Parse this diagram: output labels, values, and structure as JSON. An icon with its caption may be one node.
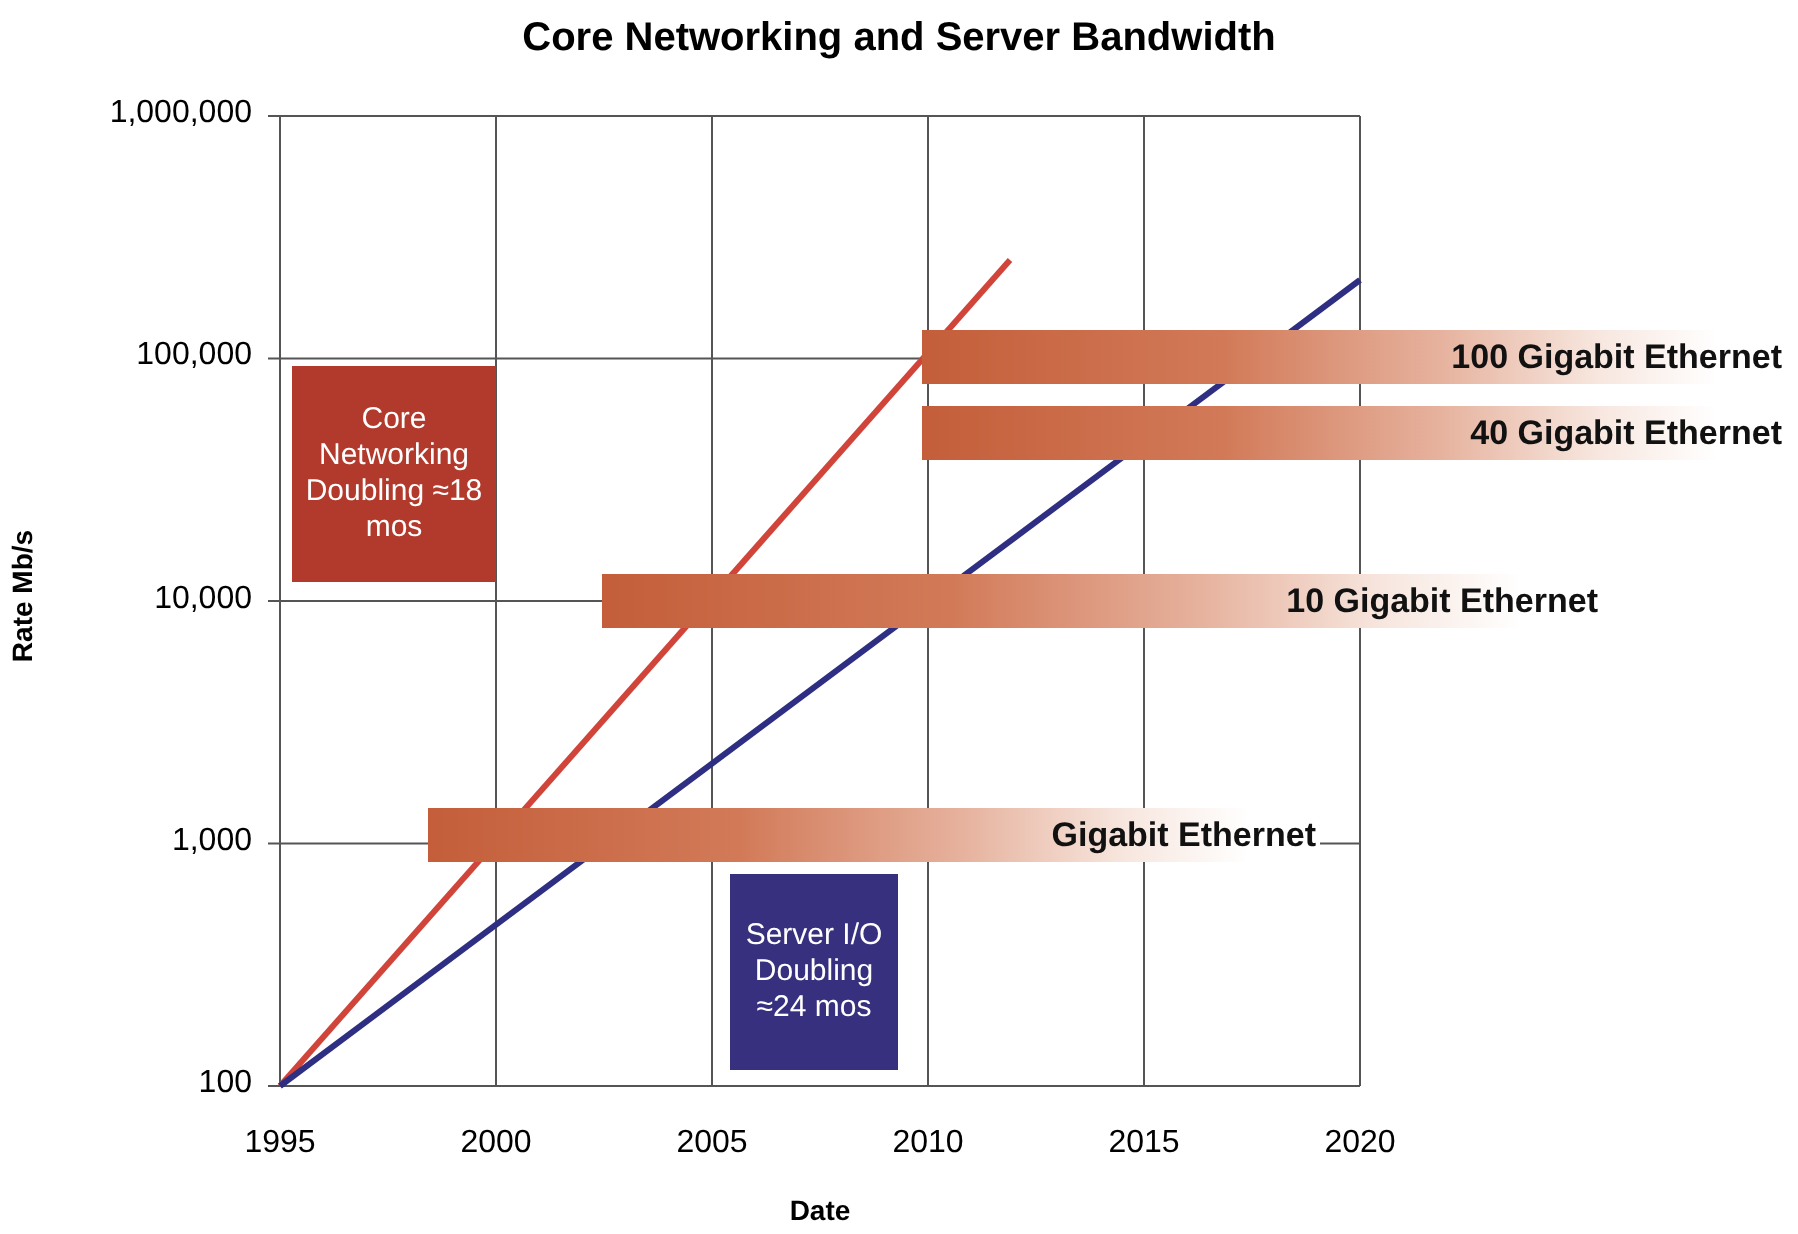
{
  "diagram": {
    "title": "Core Networking and Server Bandwidth",
    "nodes": [
      {
        "text": [
          "100 Gigabit Ethernet"
        ]
      },
      {
        "text": [
          "Core Networking Doubling ≈18 mos"
        ]
      },
      {
        "text": [
          "40 Gigabit Ethernet"
        ]
      },
      {
        "text": [
          "10 Gigabit Ethernet"
        ]
      },
      {
        "text": [
          "Gigabit Ethernet"
        ]
      },
      {
        "text": [
          "Server I/O Doubling ≈24 mos"
        ]
      }
    ],
    "labels": [
      "1,000,000",
      "100,000",
      "10,000",
      "Rate Mb/s",
      "1,000",
      "100",
      "1995",
      "2000",
      "2005",
      "2010",
      "2015",
      "2020",
      "Date"
    ]
  }
}
